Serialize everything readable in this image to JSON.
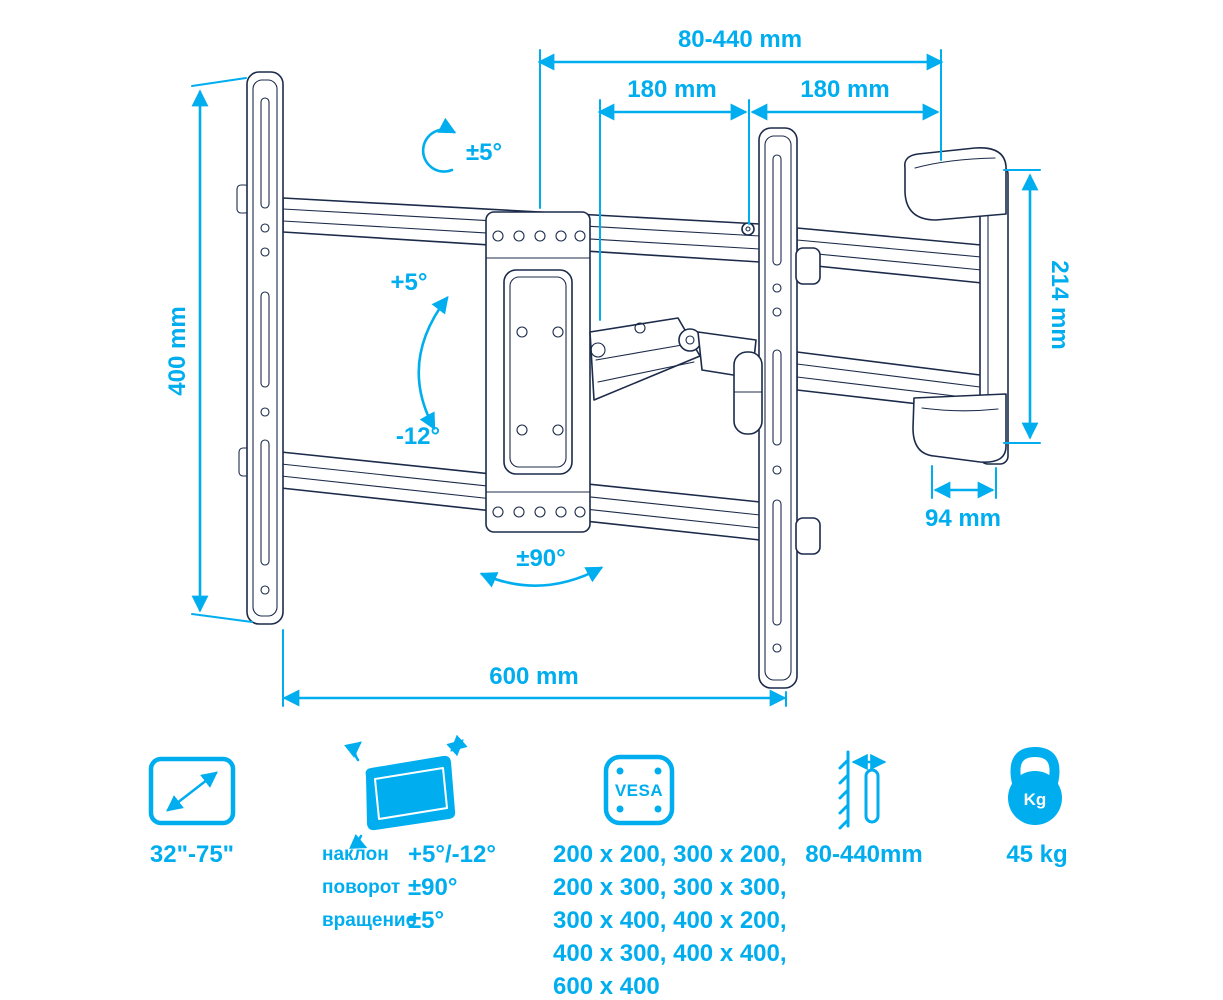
{
  "colors": {
    "accent": "#00aeef",
    "line": "#1c2b4a",
    "background": "#ffffff"
  },
  "diagram": {
    "dims": {
      "extension_range": "80-440 mm",
      "arm_segment_left": "180 mm",
      "arm_segment_right": "180 mm",
      "rotation": "±5°",
      "tilt_up": "+5°",
      "tilt_down": "-12°",
      "bracket_height": "400 mm",
      "wall_plate_height": "214 mm",
      "wall_plate_depth": "94 mm",
      "swivel": "±90°",
      "bracket_width": "600 mm"
    }
  },
  "specs": {
    "screen_size": {
      "value": "32\"-75\""
    },
    "movement": {
      "rows": [
        {
          "label": "наклон",
          "value": "+5°/-12°"
        },
        {
          "label": "поворот",
          "value": "±90°"
        },
        {
          "label": "вращение",
          "value": "±5°"
        }
      ]
    },
    "vesa": {
      "badge": "VESA",
      "lines": [
        "200 x 200, 300 x 200,",
        "200 x 300, 300 x 300,",
        "300 x 400, 400 x 200,",
        "400 x 300, 400 x 400,",
        "600 x 400"
      ]
    },
    "wall_distance": {
      "value": "80-440mm"
    },
    "weight": {
      "badge": "Kg",
      "value": "45 kg"
    }
  }
}
